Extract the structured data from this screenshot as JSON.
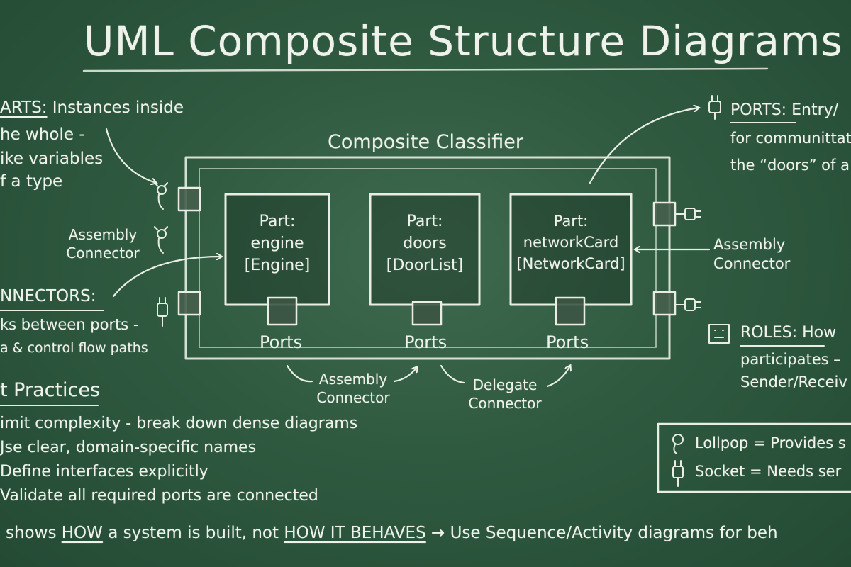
{
  "title": "UML Composite Structure Diagrams",
  "composite": {
    "label": "Composite Classifier",
    "parts": [
      {
        "line1": "Part:",
        "line2": "engine",
        "line3": "[Engine]",
        "ports": "Ports"
      },
      {
        "line1": "Part:",
        "line2": "doors",
        "line3": "[DoorList]",
        "ports": "Ports"
      },
      {
        "line1": "Part:",
        "line2": "networkCard",
        "line3": "[NetworkCard]",
        "ports": "Ports"
      }
    ]
  },
  "left": {
    "parts_title": "ARTS:",
    "parts_text1": "Instances inside",
    "parts_text2": "he whole -",
    "parts_text3": "ike variables",
    "parts_text4": "f a type",
    "assembly_label1": "Assembly",
    "assembly_label2": "Connector",
    "connectors_title": "NNECTORS:",
    "connectors_text1": "ks between ports -",
    "connectors_text2": "a & control flow paths"
  },
  "right": {
    "ports_title": "PORTS:",
    "ports_text1": "Entry/",
    "ports_text2": "for communittat",
    "ports_text3": "the “doors” of a",
    "assembly_label1": "Assembly",
    "assembly_label2": "Connector",
    "roles_title": "ROLES:",
    "roles_text1": "How",
    "roles_text2": "participates –",
    "roles_text3": "Sender/Receiv"
  },
  "bottom_connectors": {
    "assembly1": "Assembly",
    "assembly2": "Connector",
    "delegate1": "Delegate",
    "delegate2": "Connector"
  },
  "practices": {
    "title": "t Practices",
    "items": [
      "imit complexity - break down dense diagrams",
      "Jse clear, domain-specific names",
      "Define interfaces explicitly",
      "Validate all required ports are connected"
    ]
  },
  "legend": {
    "lollipop": "Lollpop = Provides s",
    "socket": "Socket = Needs ser"
  },
  "footer": {
    "part1": "shows",
    "how1": "HOW",
    "part2": "a system is built, not",
    "how2": "HOW IT BEHAVES",
    "arrow": "→",
    "part3": "Use Sequence/Activity diagrams for beh"
  }
}
